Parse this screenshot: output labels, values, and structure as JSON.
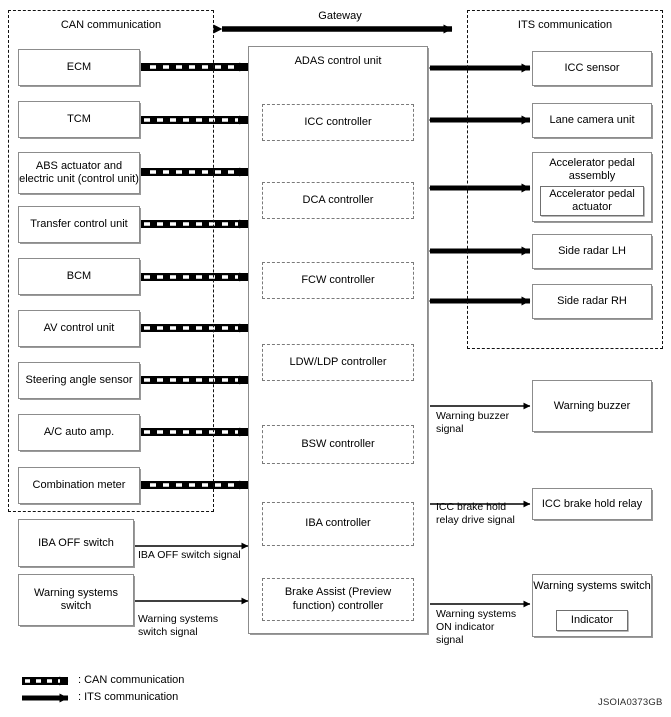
{
  "figure": {
    "id_label": "JSOIA0373GB",
    "gateway_label": "Gateway"
  },
  "regions": {
    "can": {
      "title": "CAN communication"
    },
    "its": {
      "title": "ITS communication"
    }
  },
  "adas": {
    "title": "ADAS control unit",
    "controllers": [
      {
        "label": "ICC controller"
      },
      {
        "label": "DCA controller"
      },
      {
        "label": "FCW controller"
      },
      {
        "label": "LDW/LDP controller"
      },
      {
        "label": "BSW controller"
      },
      {
        "label": "IBA controller"
      },
      {
        "label": "Brake Assist (Preview function) controller"
      }
    ]
  },
  "left_modules": [
    {
      "label": "ECM",
      "link": "CAN communication",
      "direction": "bidirectional"
    },
    {
      "label": "TCM",
      "link": "CAN communication",
      "direction": "to-adas"
    },
    {
      "label": "ABS actuator and electric unit (control unit)",
      "link": "CAN communication",
      "direction": "bidirectional"
    },
    {
      "label": "Transfer control unit",
      "link": "CAN communication",
      "direction": "to-adas"
    },
    {
      "label": "BCM",
      "link": "CAN communication",
      "direction": "to-adas"
    },
    {
      "label": "AV control unit",
      "link": "CAN communication",
      "direction": "to-adas"
    },
    {
      "label": "Steering angle sensor",
      "link": "CAN communication",
      "direction": "to-adas"
    },
    {
      "label": "A/C auto amp.",
      "link": "CAN communication",
      "direction": "to-adas"
    },
    {
      "label": "Combination meter",
      "link": "CAN communication",
      "direction": "bidirectional"
    },
    {
      "label": "IBA OFF switch",
      "link": "signal",
      "direction": "to-adas",
      "signal": "IBA OFF switch signal"
    },
    {
      "label": "Warning systems switch",
      "link": "signal",
      "direction": "to-adas",
      "signal": "Warning systems switch signal"
    }
  ],
  "right_modules": [
    {
      "label": "ICC sensor",
      "link": "ITS communication",
      "direction": "bidirectional"
    },
    {
      "label": "Lane camera unit",
      "link": "ITS communication",
      "direction": "bidirectional"
    },
    {
      "label": "Accelerator pedal assembly",
      "nested": "Accelerator pedal actuator",
      "link": "ITS communication",
      "direction": "bidirectional"
    },
    {
      "label": "Side radar LH",
      "link": "ITS communication",
      "direction": "bidirectional"
    },
    {
      "label": "Side radar RH",
      "link": "ITS communication",
      "direction": "bidirectional"
    },
    {
      "label": "Warning buzzer",
      "link": "signal",
      "direction": "from-adas",
      "signal": "Warning buzzer signal"
    },
    {
      "label": "ICC brake hold relay",
      "link": "signal",
      "direction": "from-adas",
      "signal": "ICC brake hold relay drive signal"
    },
    {
      "label": "Warning systems switch",
      "nested": "Indicator",
      "link": "signal",
      "direction": "from-adas",
      "signal": "Warning systems ON indicator signal"
    }
  ],
  "legend": [
    {
      "symbol": "dashed-arrow",
      "label": ": CAN communication"
    },
    {
      "symbol": "solid-arrow",
      "label": ": ITS communication"
    }
  ]
}
